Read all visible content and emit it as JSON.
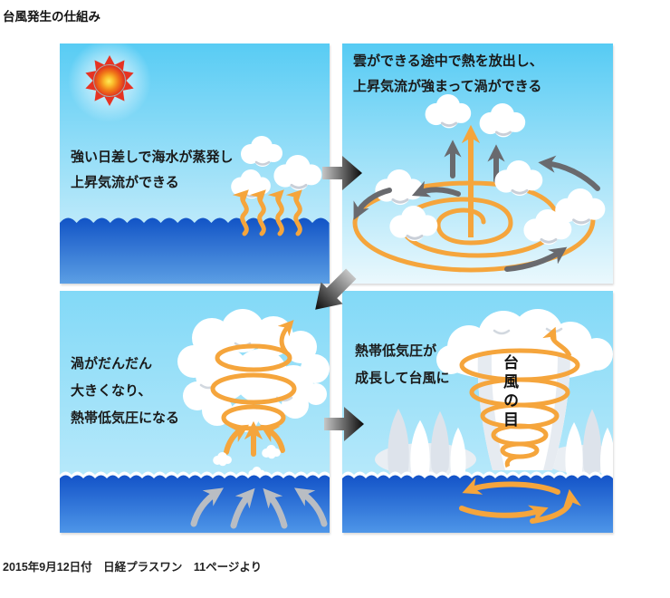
{
  "title": "台風発生の仕組み",
  "footer": "2015年9月12日付　日経プラスワン　11ページより",
  "panels": {
    "p1": {
      "lines": [
        "強い日差しで海水が蒸発し",
        "上昇気流ができる"
      ]
    },
    "p2": {
      "lines": [
        "雲ができる途中で熱を放出し、",
        "上昇気流が強まって渦ができる"
      ]
    },
    "p3": {
      "lines": [
        "渦がだんだん",
        "大きくなり、",
        "熱帯低気圧になる"
      ]
    },
    "p4": {
      "lines": [
        "熱帯低気圧が",
        "成長して台風に"
      ],
      "eye_label": "台風の目"
    }
  },
  "colors": {
    "sky_top": "#58CCF4",
    "sky_bottom": "#DDF3FC",
    "ocean_top": "#1254C6",
    "ocean_bottom": "#5C9FE4",
    "orange": "#F5A53C",
    "dark_gray_arrow": "#696A6E",
    "light_gray_arrow": "#B9BDC3",
    "sun_red": "#E63323",
    "step_arrow": "#000000",
    "text": "#1A1A1A"
  }
}
